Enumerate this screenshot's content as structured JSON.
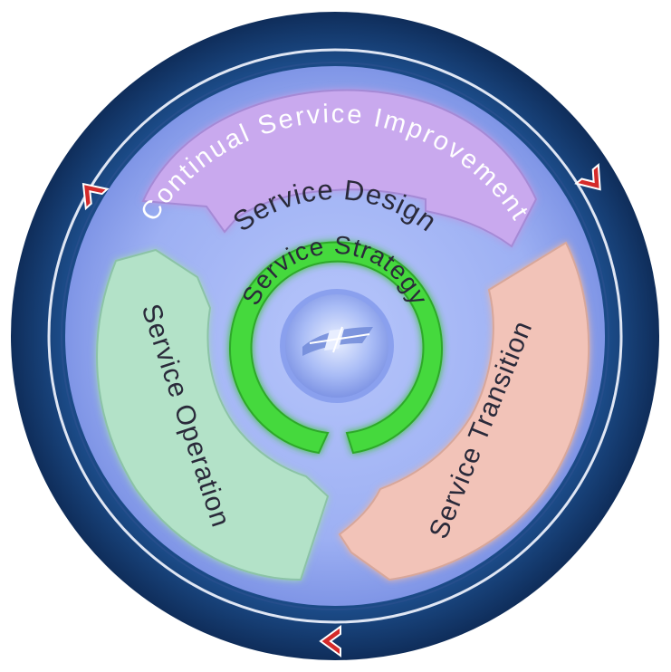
{
  "diagram": {
    "outer_ring_label": "Continual Service Improvement",
    "segments": {
      "design": "Service Design",
      "transition": "Service Transition",
      "operation": "Service Operation",
      "strategy": "Service Strategy"
    },
    "colors": {
      "outer_ring": "#143a6e",
      "inner_band": "#8ea3ee",
      "design": "#c9a9ee",
      "transition": "#f2c3b8",
      "operation": "#b3e2c8",
      "strategy": "#44d93e",
      "arrow": "#d42a2a"
    }
  }
}
